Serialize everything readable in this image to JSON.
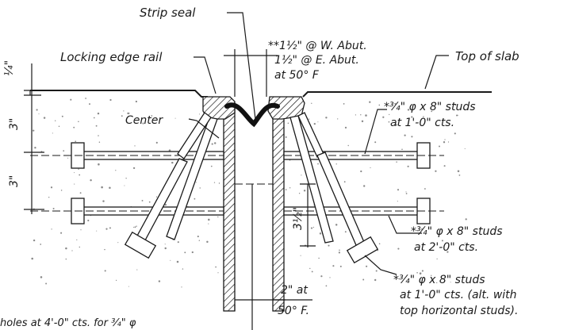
{
  "labels": {
    "strip_seal": "Strip seal",
    "locking_edge_rail": "Locking edge rail",
    "gap_w_abut": "**1½\" @ W. Abut.",
    "gap_e_abut": "1½\" @ E. Abut.",
    "gap_temp": "at 50° F",
    "top_of_slab": "Top of slab",
    "center": "Center",
    "studs_top_1": "*¾\" φ x 8\" studs",
    "studs_top_2": "at 1'-0\" cts.",
    "studs_mid_1": "*¾\" φ x 8\" studs",
    "studs_mid_2": "at 2'-0\" cts.",
    "studs_low_1": "*¾\" φ x 8\" studs",
    "studs_low_2": "at 1'-0\" cts. (alt. with",
    "studs_low_3": "top horizontal studs).",
    "dim_quarter": "¼\"",
    "dim_3a": "3\"",
    "dim_3b": "3\"",
    "dim_3half": "3½\"",
    "dim_2at_1": "2\" at",
    "dim_2at_2": "50° F.",
    "bottom_note": "holes at 4'-0\" cts. for ¾\" φ"
  }
}
